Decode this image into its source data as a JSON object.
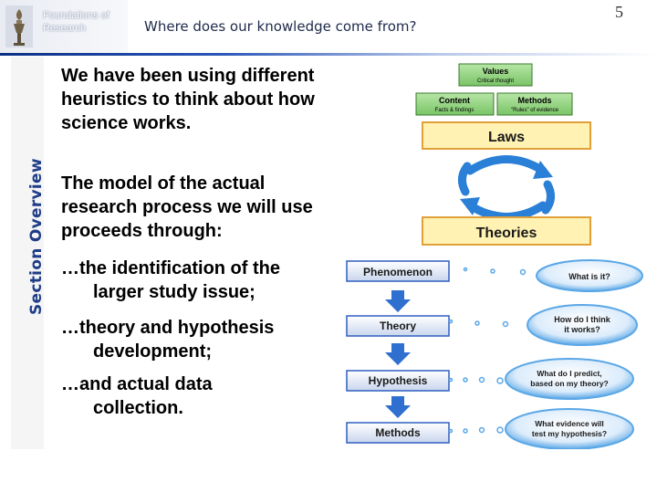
{
  "header": {
    "course_line1": "Foundations of",
    "course_line2": "Research",
    "title": "Where does our knowledge come from?",
    "page_number": "5"
  },
  "sidebar": {
    "label": "Section Overview"
  },
  "bullets": {
    "b1": "We have been using different heuristics to think about how science works.",
    "b2": "The model of the actual research process we will use proceeds through:",
    "b3_line1": "…the identification of the",
    "b3_line2": "larger study issue;",
    "b4_line1": "…theory and hypothesis",
    "b4_line2": "development;",
    "b5_line1": "…and actual data",
    "b5_line2": "collection."
  },
  "diagram": {
    "values_title": "Values",
    "values_sub": "Critical thought",
    "content_title": "Content",
    "content_sub": "Facts & findings",
    "methods_title": "Methods",
    "methods_sub": "\"Rules\" of evidence",
    "laws": "Laws",
    "theories": "Theories",
    "steps": [
      "Phenomenon",
      "Theory",
      "Hypothesis",
      "Methods"
    ],
    "bubble1": "What is it?",
    "bubble2_line1": "How do I think",
    "bubble2_line2": "it works?",
    "bubble3_line1": "What do I predict,",
    "bubble3_line2": "based on my theory?",
    "bubble4_line1": "What evidence will",
    "bubble4_line2": "test my hypothesis?"
  },
  "colors": {
    "accent_blue": "#1f3c88",
    "rule_blue": "#0b2f86",
    "box_green": "#8fd07a",
    "laws_yellow": "#fff2b3",
    "cycle_blue": "#2a7fd6",
    "arrow_blue": "#2f6fd0",
    "bubble_blue": "#5aa7e6"
  }
}
